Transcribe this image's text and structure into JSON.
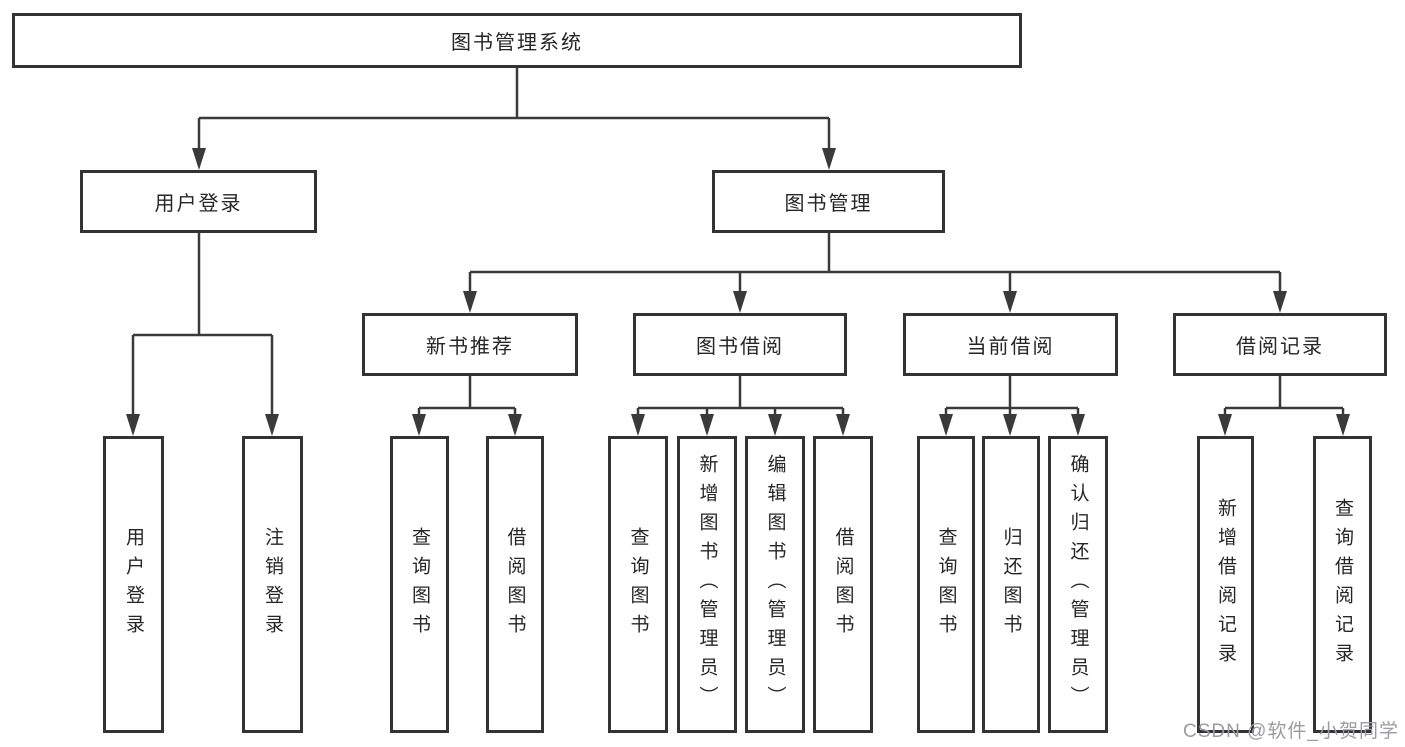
{
  "tree": {
    "label": "图书管理系统",
    "children": [
      {
        "label": "用户登录",
        "children": [
          {
            "label": "用户登录"
          },
          {
            "label": "注销登录"
          }
        ]
      },
      {
        "label": "图书管理",
        "children": [
          {
            "label": "新书推荐",
            "children": [
              {
                "label": "查询图书"
              },
              {
                "label": "借阅图书"
              }
            ]
          },
          {
            "label": "图书借阅",
            "children": [
              {
                "label": "查询图书"
              },
              {
                "label": "新增图书（管理员）"
              },
              {
                "label": "编辑图书（管理员）"
              },
              {
                "label": "借阅图书"
              }
            ]
          },
          {
            "label": "当前借阅",
            "children": [
              {
                "label": "查询图书"
              },
              {
                "label": "归还图书"
              },
              {
                "label": "确认归还（管理员）"
              }
            ]
          },
          {
            "label": "借阅记录",
            "children": [
              {
                "label": "新增借阅记录"
              },
              {
                "label": "查询借阅记录"
              }
            ]
          }
        ]
      }
    ]
  },
  "watermark": {
    "text": "CSDN @软件_小贺同学"
  },
  "colors": {
    "box_border": "#333333",
    "line": "#3a3a3a",
    "text": "#262626",
    "background": "#ffffff",
    "watermark": "#9b9ba1"
  }
}
